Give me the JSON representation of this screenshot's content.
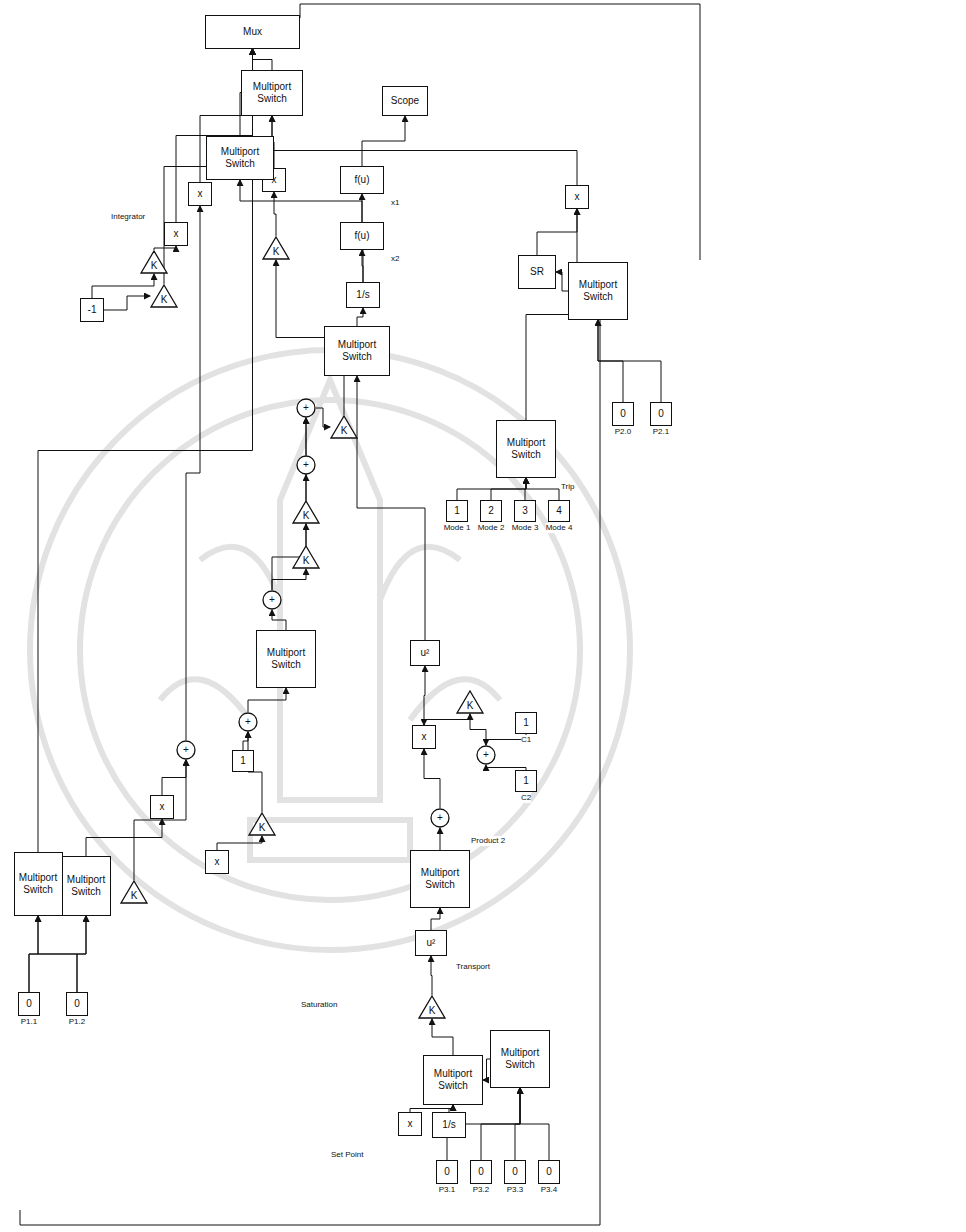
{
  "diagram": {
    "nodes": [
      {
        "text": [
          "Mux"
        ]
      },
      {
        "text": [
          "Multiport Switch"
        ]
      },
      {
        "text": [
          "x"
        ]
      },
      {
        "text": [
          "Multiport Switch"
        ]
      },
      {
        "text": [
          "x"
        ]
      },
      {
        "text": [
          "x"
        ]
      },
      {
        "text": [
          "-1"
        ]
      },
      {
        "text": [
          "K"
        ]
      },
      {
        "text": [
          "Scope"
        ]
      },
      {
        "text": [
          "f(u)"
        ]
      },
      {
        "text": [
          "f(u)"
        ]
      },
      {
        "text": [
          "1/s"
        ]
      },
      {
        "text": [
          "Multiport Switch"
        ]
      },
      {
        "text": [
          "K"
        ]
      },
      {
        "text": [
          "K"
        ]
      },
      {
        "text": [
          "K"
        ]
      },
      {
        "text": [
          "+"
        ]
      },
      {
        "text": [
          "+"
        ]
      },
      {
        "text": [
          "K"
        ]
      },
      {
        "text": [
          "K"
        ]
      },
      {
        "text": [
          "+"
        ]
      },
      {
        "text": [
          "Multiport Switch"
        ]
      },
      {
        "text": [
          "+"
        ]
      },
      {
        "text": [
          "1"
        ]
      },
      {
        "text": [
          "K"
        ]
      },
      {
        "text": [
          "x"
        ]
      },
      {
        "text": [
          "x"
        ]
      },
      {
        "text": [
          "+"
        ]
      },
      {
        "text": [
          "Multiport Switch"
        ]
      },
      {
        "text": [
          "Multiport Switch"
        ]
      },
      {
        "text": [
          "0",
          "P1.1"
        ]
      },
      {
        "text": [
          "0",
          "P1.2"
        ]
      },
      {
        "text": [
          "K"
        ]
      },
      {
        "text": [
          "x"
        ]
      },
      {
        "text": [
          "SR"
        ]
      },
      {
        "text": [
          "Multiport Switch"
        ]
      },
      {
        "text": [
          "0",
          "P2.0"
        ]
      },
      {
        "text": [
          "0",
          "P2.1"
        ]
      },
      {
        "text": [
          "Multiport Switch"
        ]
      },
      {
        "text": [
          "1",
          "Mode 1"
        ]
      },
      {
        "text": [
          "2",
          "Mode 2"
        ]
      },
      {
        "text": [
          "3",
          "Mode 3"
        ]
      },
      {
        "text": [
          "4",
          "Mode 4"
        ]
      },
      {
        "text": [
          "u²"
        ]
      },
      {
        "text": [
          "x"
        ]
      },
      {
        "text": [
          "K"
        ]
      },
      {
        "text": [
          "+"
        ]
      },
      {
        "text": [
          "1",
          "C1"
        ]
      },
      {
        "text": [
          "1",
          "C2"
        ]
      },
      {
        "text": [
          "+"
        ]
      },
      {
        "text": [
          "Multiport Switch"
        ]
      },
      {
        "text": [
          "u²"
        ]
      },
      {
        "text": [
          "K"
        ]
      },
      {
        "text": [
          "Multiport Switch"
        ]
      },
      {
        "text": [
          "x"
        ]
      },
      {
        "text": [
          "1/s"
        ]
      },
      {
        "text": [
          "Multiport Switch"
        ]
      },
      {
        "text": [
          "0",
          "P3.1"
        ]
      },
      {
        "text": [
          "0",
          "P3.2"
        ]
      },
      {
        "text": [
          "0",
          "P3.3"
        ]
      },
      {
        "text": [
          "0",
          "P3.4"
        ]
      }
    ],
    "edges": [
      {
        "from": 30,
        "to": 28,
        "arrow": "to"
      },
      {
        "from": 31,
        "to": 28,
        "arrow": "to"
      },
      {
        "from": 30,
        "to": 29,
        "arrow": "to"
      },
      {
        "from": 31,
        "to": 29,
        "arrow": "to"
      },
      {
        "from": 28,
        "to": 0,
        "arrow": "to"
      },
      {
        "from": 29,
        "to": 26,
        "arrow": "to"
      },
      {
        "from": 26,
        "to": 27,
        "arrow": "to"
      },
      {
        "from": 32,
        "to": 27,
        "arrow": "to"
      },
      {
        "from": 27,
        "to": 4,
        "arrow": "to"
      },
      {
        "from": 6,
        "to": 13,
        "arrow": "to"
      },
      {
        "from": 6,
        "to": 14,
        "arrow": "to"
      },
      {
        "from": 13,
        "to": 5,
        "arrow": "to"
      },
      {
        "from": 14,
        "to": 0,
        "arrow": "to"
      },
      {
        "from": 5,
        "to": 0,
        "arrow": "to"
      },
      {
        "from": 4,
        "to": 0,
        "arrow": "to"
      },
      {
        "from": 3,
        "to": 0,
        "arrow": "to"
      },
      {
        "from": 2,
        "to": 1,
        "arrow": "to"
      },
      {
        "from": 1,
        "to": 0,
        "arrow": "to"
      },
      {
        "from": 7,
        "to": 2,
        "arrow": "to"
      },
      {
        "from": 9,
        "to": 8,
        "arrow": "to"
      },
      {
        "from": 10,
        "to": 3,
        "arrow": "to"
      },
      {
        "from": 11,
        "to": 9,
        "arrow": "to"
      },
      {
        "from": 11,
        "to": 10,
        "arrow": "to"
      },
      {
        "from": 12,
        "to": 11,
        "arrow": "to"
      },
      {
        "from": 15,
        "to": 7,
        "arrow": "to"
      },
      {
        "from": 16,
        "to": 15,
        "arrow": "to"
      },
      {
        "from": 17,
        "to": 16,
        "arrow": "to"
      },
      {
        "from": 18,
        "to": 16,
        "arrow": "to"
      },
      {
        "from": 19,
        "to": 17,
        "arrow": "to"
      },
      {
        "from": 20,
        "to": 18,
        "arrow": "to"
      },
      {
        "from": 20,
        "to": 19,
        "arrow": "to"
      },
      {
        "from": 21,
        "to": 20,
        "arrow": "to"
      },
      {
        "from": 22,
        "to": 21,
        "arrow": "to"
      },
      {
        "from": 23,
        "to": 22,
        "arrow": "to"
      },
      {
        "from": 24,
        "to": 22,
        "arrow": "to"
      },
      {
        "from": 25,
        "to": 24,
        "arrow": "to"
      },
      {
        "from": 33,
        "to": 1,
        "arrow": "to"
      },
      {
        "from": 34,
        "to": 33,
        "arrow": "to"
      },
      {
        "from": 35,
        "to": 34,
        "arrow": "to"
      },
      {
        "from": 36,
        "to": 35,
        "arrow": "to"
      },
      {
        "from": 37,
        "to": 35,
        "arrow": "to"
      },
      {
        "from": 38,
        "to": 33,
        "arrow": "to"
      },
      {
        "from": 39,
        "to": 38,
        "arrow": "to"
      },
      {
        "from": 40,
        "to": 38,
        "arrow": "to"
      },
      {
        "from": 41,
        "to": 38,
        "arrow": "to"
      },
      {
        "from": 42,
        "to": 38,
        "arrow": "to"
      },
      {
        "from": 43,
        "to": 12,
        "arrow": "to"
      },
      {
        "from": 44,
        "to": 43,
        "arrow": "to"
      },
      {
        "from": 45,
        "to": 44,
        "arrow": "to"
      },
      {
        "from": 47,
        "to": 46,
        "arrow": "to"
      },
      {
        "from": 48,
        "to": 46,
        "arrow": "to"
      },
      {
        "from": 46,
        "to": 45,
        "arrow": "to"
      },
      {
        "from": 49,
        "to": 44,
        "arrow": "to"
      },
      {
        "from": 50,
        "to": 49,
        "arrow": "to"
      },
      {
        "from": 51,
        "to": 50,
        "arrow": "to"
      },
      {
        "from": 52,
        "to": 51,
        "arrow": "to"
      },
      {
        "from": 53,
        "to": 52,
        "arrow": "to"
      },
      {
        "from": 54,
        "to": 53,
        "arrow": "to"
      },
      {
        "from": 55,
        "to": 53,
        "arrow": "to"
      },
      {
        "from": 56,
        "to": 53,
        "arrow": "to"
      },
      {
        "from": 57,
        "to": 56,
        "arrow": "to"
      },
      {
        "from": 58,
        "to": 56,
        "arrow": "to"
      },
      {
        "from": 59,
        "to": 56,
        "arrow": "to"
      },
      {
        "from": 60,
        "to": 56,
        "arrow": "to"
      }
    ],
    "labels": [
      "x1",
      "x2",
      "Set Point",
      "Integrator",
      "Transport",
      "Product 2",
      "Trip",
      "Saturation"
    ]
  }
}
